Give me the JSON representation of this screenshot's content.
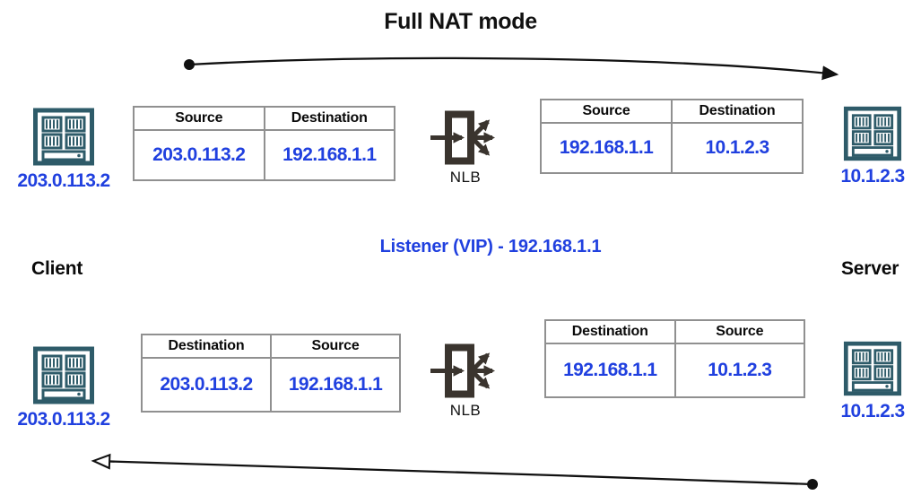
{
  "title": "Full NAT mode",
  "labels": {
    "client": "Client",
    "server": "Server",
    "listener": "Listener (VIP) - 192.168.1.1"
  },
  "colors": {
    "ip_blue": "#2040df",
    "server_icon_teal": "#2e5b69",
    "nlb_icon_dark": "#3a342e",
    "table_border_gray": "#909090",
    "arrow_black": "#111111"
  },
  "icons": {
    "client": "server-rack-icon",
    "server": "server-rack-icon",
    "nlb": "load-balancer-fanout-icon",
    "top_arrow": "curved-arrow-left-to-right-filled-head",
    "bottom_arrow": "curved-arrow-right-to-left-open-head"
  },
  "top_flow": {
    "client_ip": "203.0.113.2",
    "request_table": {
      "headers": [
        "Source",
        "Destination"
      ],
      "values": [
        "203.0.113.2",
        "192.168.1.1"
      ]
    },
    "nlb_label": "NLB",
    "forward_table": {
      "headers": [
        "Source",
        "Destination"
      ],
      "values": [
        "192.168.1.1",
        "10.1.2.3"
      ]
    },
    "server_ip": "10.1.2.3"
  },
  "bottom_flow": {
    "client_ip": "203.0.113.2",
    "reply_table": {
      "headers": [
        "Destination",
        "Source"
      ],
      "values": [
        "203.0.113.2",
        "192.168.1.1"
      ]
    },
    "nlb_label": "NLB",
    "return_table": {
      "headers": [
        "Destination",
        "Source"
      ],
      "values": [
        "192.168.1.1",
        "10.1.2.3"
      ]
    },
    "server_ip": "10.1.2.3"
  }
}
